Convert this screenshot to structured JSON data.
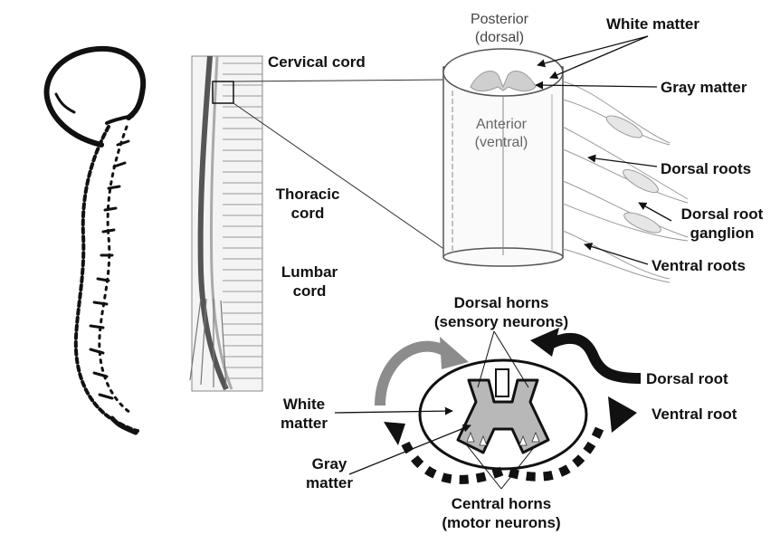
{
  "labels": {
    "cervical_cord": "Cervical cord",
    "thoracic_cord_line1": "Thoracic",
    "thoracic_cord_line2": "cord",
    "lumbar_cord_line1": "Lumbar",
    "lumbar_cord_line2": "cord",
    "posterior_line1": "Posterior",
    "posterior_line2": "(dorsal)",
    "anterior_line1": "Anterior",
    "anterior_line2": "(ventral)",
    "white_matter_top": "White matter",
    "gray_matter_top": "Gray matter",
    "dorsal_roots": "Dorsal roots",
    "dorsal_root_ganglion_line1": "Dorsal root",
    "dorsal_root_ganglion_line2": "ganglion",
    "ventral_roots": "Ventral roots",
    "dorsal_horns_line1": "Dorsal horns",
    "dorsal_horns_line2": "(sensory neurons)",
    "dorsal_root": "Dorsal root",
    "ventral_root": "Ventral root",
    "white_matter_bottom_line1": "White",
    "white_matter_bottom_line2": "matter",
    "gray_matter_bottom_line1": "Gray",
    "gray_matter_bottom_line2": "matter",
    "central_horns_line1": "Central horns",
    "central_horns_line2": "(motor neurons)"
  },
  "colors": {
    "ink": "#111111",
    "gray_matter_fill": "#b8b8b8",
    "arrow_gray": "#8c8c8c",
    "cord_outline": "#7a7a7a"
  }
}
